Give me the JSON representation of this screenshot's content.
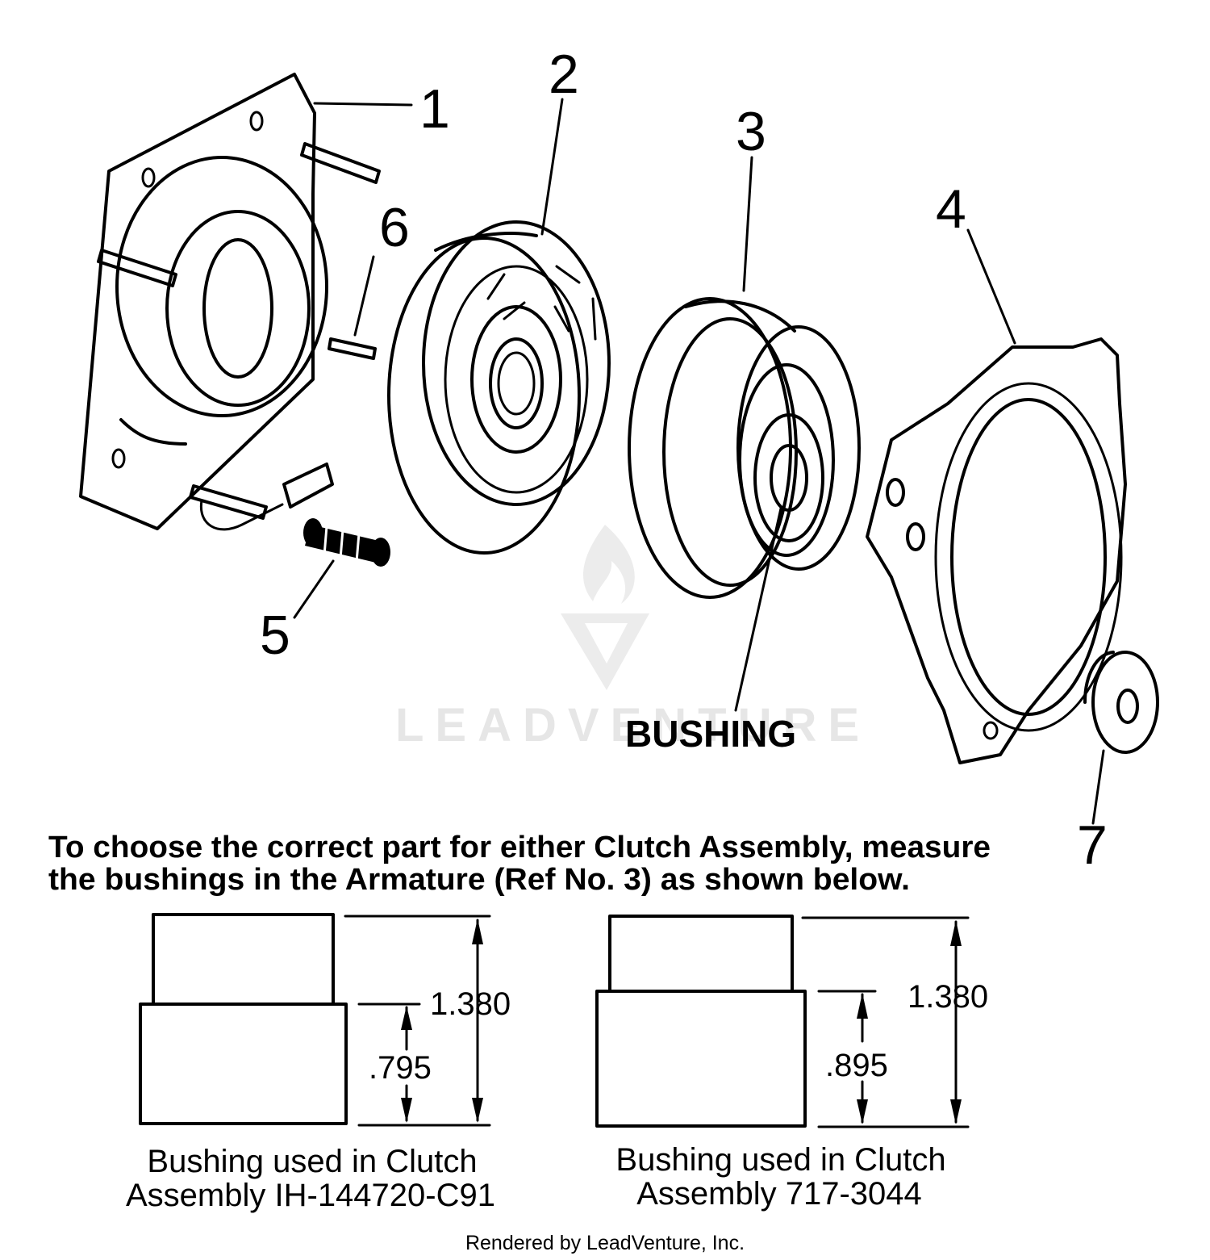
{
  "callouts": {
    "c1": "1",
    "c2": "2",
    "c3": "3",
    "c4": "4",
    "c5": "5",
    "c6": "6",
    "c7": "7",
    "bushing": "BUSHING"
  },
  "instructions": {
    "line1": "To choose the correct part for either Clutch Assembly, measure",
    "line2": "the bushings in the Armature (Ref No. 3) as shown below."
  },
  "bushing_left": {
    "overall": "1.380",
    "lower": ".795",
    "caption_line1": "Bushing used in Clutch",
    "caption_line2": "Assembly IH-144720-C91"
  },
  "bushing_right": {
    "overall": "1.380",
    "lower": ".895",
    "caption_line1": "Bushing used in Clutch",
    "caption_line2": "Assembly 717-3044"
  },
  "watermark": "LEADVENTURE",
  "footer": "Rendered by LeadVenture, Inc."
}
